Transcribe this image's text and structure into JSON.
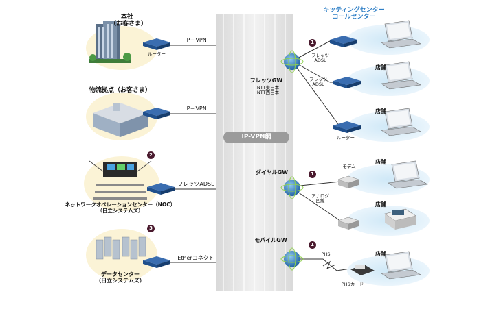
{
  "network_label": "IP-VPN網",
  "sites": [
    {
      "name": "本社\n（お客さま）",
      "link": "IP－VPN",
      "device": "ルーター"
    },
    {
      "name": "物流拠点（お客さま）",
      "link": "IP－VPN"
    },
    {
      "name": "ネットワークオペレーションセンター（NOC）\n（日立システムズ）",
      "link": "フレッツADSL",
      "badge": "2"
    },
    {
      "name": "データセンター\n（日立システムズ）",
      "link": "Etherコネクト",
      "badge": "3"
    }
  ],
  "gateways": [
    {
      "name": "フレッツGW",
      "sub": "NTT東日本\nNTT西日本",
      "badge": "1"
    },
    {
      "name": "ダイヤルGW",
      "sub": "アナログ\n回線",
      "badge": "1"
    },
    {
      "name": "モバイルGW",
      "sub": "PHS",
      "badge": "1"
    }
  ],
  "right": {
    "kitting": "キッティングセンター\nコールセンター",
    "flets_adsl_1": "フレッツ\nADSL",
    "flets_adsl_2": "フレッツ\nADSL",
    "router": "ルーター",
    "modem": "モデム",
    "phs_card": "PHSカード",
    "store": "店舗"
  },
  "colors": {
    "network_column": "#e3e3e3",
    "device_blue": "#1f4f8c",
    "accent_blue": "#2f7fc6",
    "badge": "#4a1a2e"
  }
}
